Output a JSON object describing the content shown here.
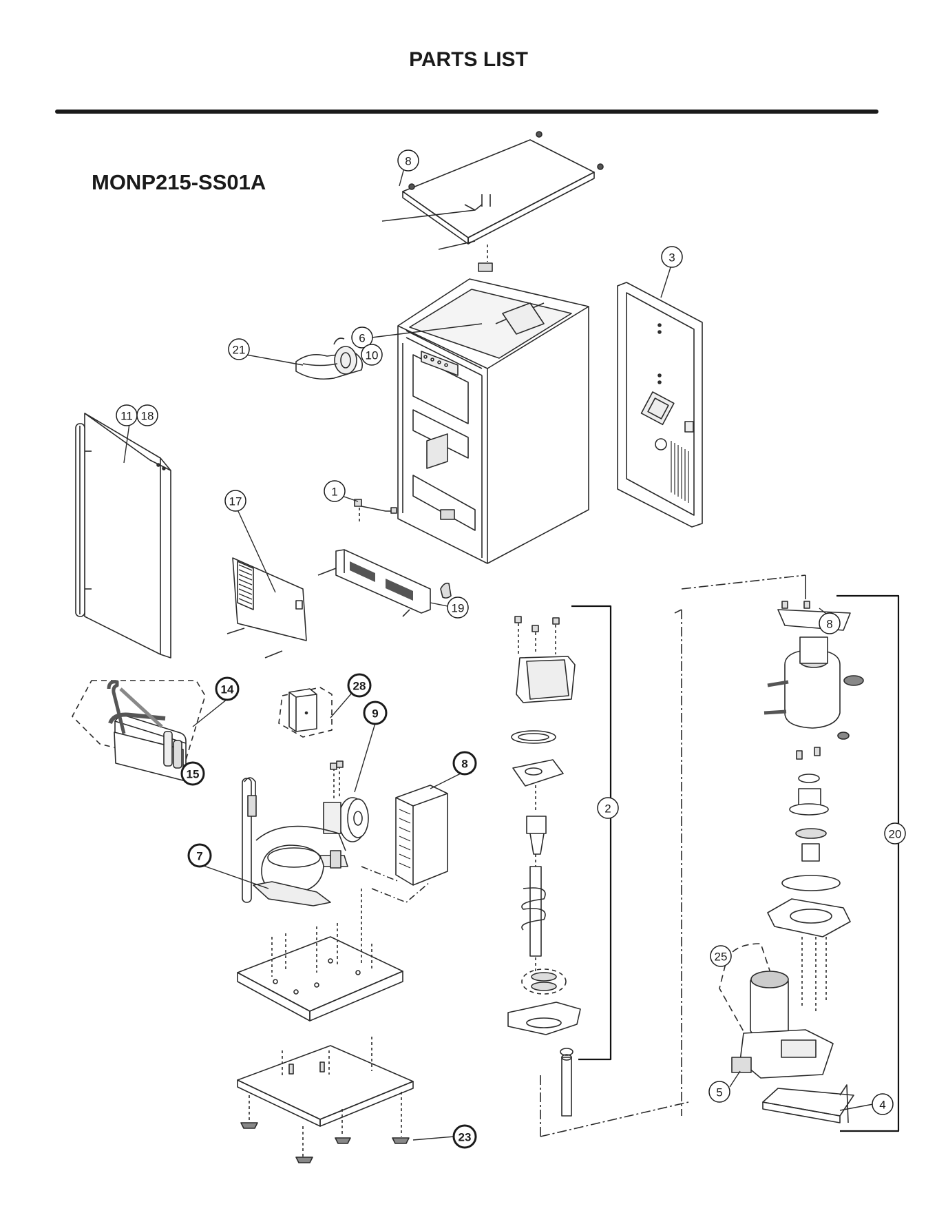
{
  "header": {
    "title": "PARTS LIST"
  },
  "model": {
    "number": "MONP215-SS01A"
  },
  "callouts": {
    "c8_top": "8",
    "c3": "3",
    "c6": "6",
    "c10": "10",
    "c21": "21",
    "c11": "11",
    "c18": "18",
    "c1": "1",
    "c17": "17",
    "c19": "19",
    "c2": "2",
    "c8_right": "8",
    "c20": "20",
    "c14": "14",
    "c15": "15",
    "c28": "28",
    "c9": "9",
    "c8_cond": "8",
    "c7": "7",
    "c25": "25",
    "c5": "5",
    "c4": "4",
    "c23": "23"
  }
}
